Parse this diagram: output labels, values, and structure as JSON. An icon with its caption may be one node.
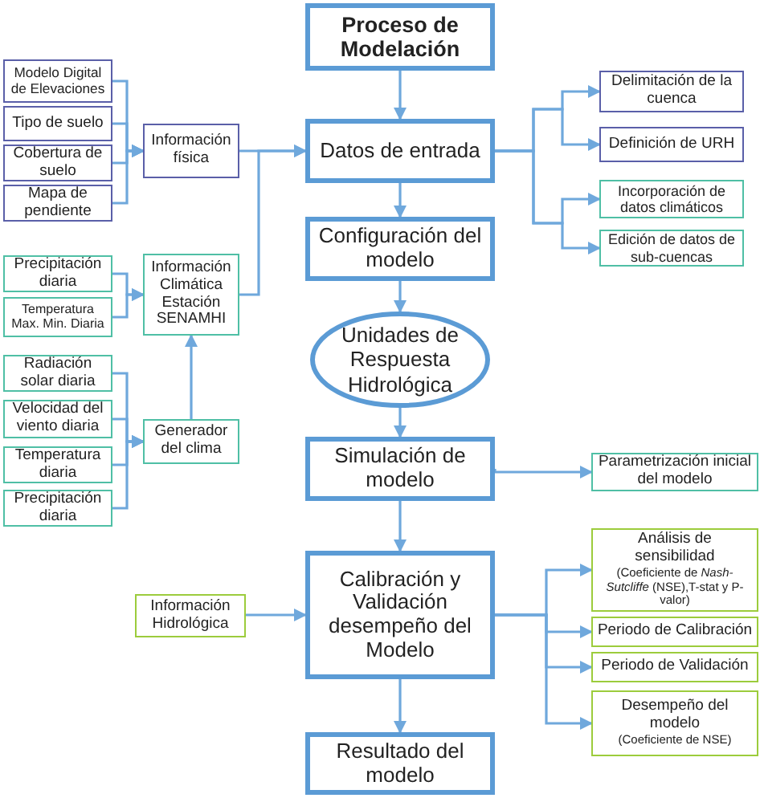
{
  "diagram": {
    "nodes": [
      {
        "text": [
          "Proceso de Modelación"
        ]
      },
      {
        "text": [
          "Datos de entrada"
        ]
      },
      {
        "text": [
          "Configuración del modelo"
        ]
      },
      {
        "text": [
          "Unidades de Respuesta Hidrológica"
        ]
      },
      {
        "text": [
          "Simulación de modelo"
        ]
      },
      {
        "text": [
          "Calibración y Validación desempeño del Modelo"
        ]
      },
      {
        "text": [
          "Resultado del modelo"
        ]
      },
      {
        "text": [
          "Modelo Digital de Elevaciones"
        ]
      },
      {
        "text": [
          "Tipo de suelo"
        ]
      },
      {
        "text": [
          "Cobertura de suelo"
        ]
      },
      {
        "text": [
          "Mapa de pendiente"
        ]
      },
      {
        "text": [
          "Información física"
        ]
      },
      {
        "text": [
          "Precipitación diaria"
        ]
      },
      {
        "text": [
          "Temperatura Max. Min. Diaria"
        ]
      },
      {
        "text": [
          "Información Climática Estación SENAMHI"
        ]
      },
      {
        "text": [
          "Radiación solar diaria"
        ]
      },
      {
        "text": [
          "Velocidad del viento diaria"
        ]
      },
      {
        "text": [
          "Temperatura diaria"
        ]
      },
      {
        "text": [
          "Precipitación diaria"
        ]
      },
      {
        "text": [
          "Generador del clima"
        ]
      },
      {
        "text": [
          "Información Hidrológica"
        ]
      },
      {
        "text": [
          "Delimitación de la cuenca"
        ]
      },
      {
        "text": [
          "Definición de URH"
        ]
      },
      {
        "text": [
          "Incorporación de datos climáticos"
        ]
      },
      {
        "text": [
          "Edición de datos de sub-cuencas"
        ]
      },
      {
        "text": [
          "Parametrización inicial del modelo"
        ]
      },
      {
        "text": [
          "Análisis de sensibilidad",
          "(Coeficiente de *Nash-Sutcliffe* (NSE),T-stat y P-valor)"
        ]
      },
      {
        "text": [
          "Periodo de Calibración"
        ]
      },
      {
        "text": [
          "Periodo de Validación"
        ]
      },
      {
        "text": [
          "Desempeño del modelo",
          "(Coeficiente de NSE)"
        ]
      }
    ],
    "edges": [
      {
        "from": 0,
        "to": 1,
        "arrow": "to"
      },
      {
        "from": 1,
        "to": 2,
        "arrow": "to"
      },
      {
        "from": 2,
        "to": 3,
        "arrow": "to"
      },
      {
        "from": 3,
        "to": 4,
        "arrow": "to"
      },
      {
        "from": 4,
        "to": 5,
        "arrow": "to"
      },
      {
        "from": 5,
        "to": 6,
        "arrow": "to"
      },
      {
        "from": 7,
        "to": 11,
        "arrow": "to"
      },
      {
        "from": 8,
        "to": 11,
        "arrow": "to"
      },
      {
        "from": 9,
        "to": 11,
        "arrow": "to"
      },
      {
        "from": 10,
        "to": 11,
        "arrow": "to"
      },
      {
        "from": 11,
        "to": 1,
        "arrow": "to"
      },
      {
        "from": 14,
        "to": 1,
        "arrow": "to"
      },
      {
        "from": 12,
        "to": 14,
        "arrow": "to"
      },
      {
        "from": 13,
        "to": 14,
        "arrow": "to"
      },
      {
        "from": 15,
        "to": 19,
        "arrow": "to"
      },
      {
        "from": 16,
        "to": 19,
        "arrow": "to"
      },
      {
        "from": 17,
        "to": 19,
        "arrow": "to"
      },
      {
        "from": 18,
        "to": 19,
        "arrow": "to"
      },
      {
        "from": 19,
        "to": 14,
        "arrow": "to"
      },
      {
        "from": 1,
        "to": 21,
        "arrow": "to"
      },
      {
        "from": 1,
        "to": 22,
        "arrow": "to"
      },
      {
        "from": 1,
        "to": 23,
        "arrow": "to"
      },
      {
        "from": 1,
        "to": 24,
        "arrow": "to"
      },
      {
        "from": 4,
        "to": 25,
        "arrow": "to"
      },
      {
        "from": 20,
        "to": 5,
        "arrow": "to"
      },
      {
        "from": 5,
        "to": 26,
        "arrow": "to"
      },
      {
        "from": 5,
        "to": 27,
        "arrow": "to"
      },
      {
        "from": 5,
        "to": 28,
        "arrow": "to"
      },
      {
        "from": 5,
        "to": 29,
        "arrow": "to"
      }
    ]
  }
}
